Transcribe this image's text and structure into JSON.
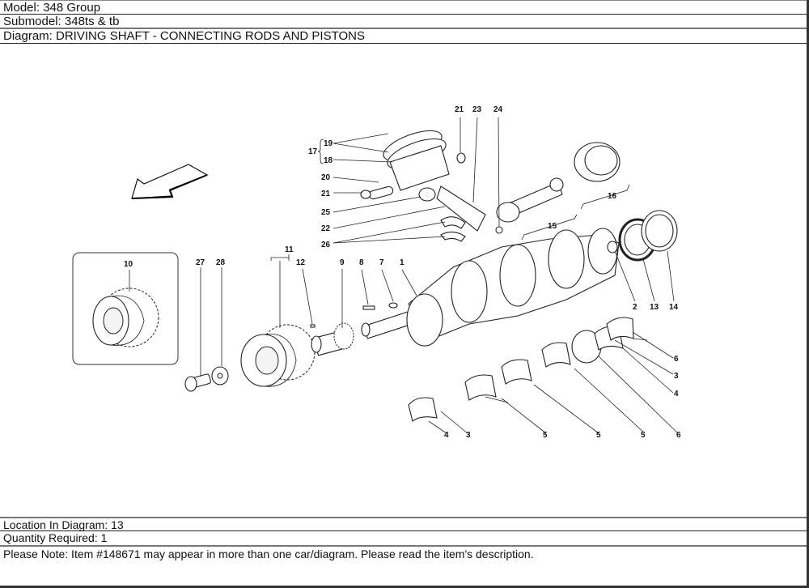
{
  "header": {
    "model": "Model: 348 Group",
    "submodel": "Submodel: 348ts & tb",
    "diagram": "Diagram: DRIVING SHAFT - CONNECTING RODS AND PISTONS"
  },
  "diagram": {
    "direction_arrow": "arrow-left-down-icon",
    "callouts": {
      "c1": "1",
      "c2": "2",
      "c3a": "3",
      "c3b": "3",
      "c4a": "4",
      "c4b": "4",
      "c5a": "5",
      "c5b": "5",
      "c5c": "5",
      "c6a": "6",
      "c6b": "6",
      "c7": "7",
      "c8": "8",
      "c9": "9",
      "c10": "10",
      "c11": "11",
      "c12": "12",
      "c13": "13",
      "c14": "14",
      "c15": "15",
      "c16": "16",
      "c17": "17",
      "c18": "18",
      "c19": "19",
      "c20": "20",
      "c21a": "21",
      "c21b": "21",
      "c22": "22",
      "c23": "23",
      "c24": "24",
      "c25": "25",
      "c26": "26",
      "c27": "27",
      "c28": "28"
    }
  },
  "footer": {
    "location": "Location In Diagram: 13",
    "quantity": "Quantity Required: 1",
    "note": "Please Note: Item #148671 may appear in more than one car/diagram. Please read the item's description."
  }
}
